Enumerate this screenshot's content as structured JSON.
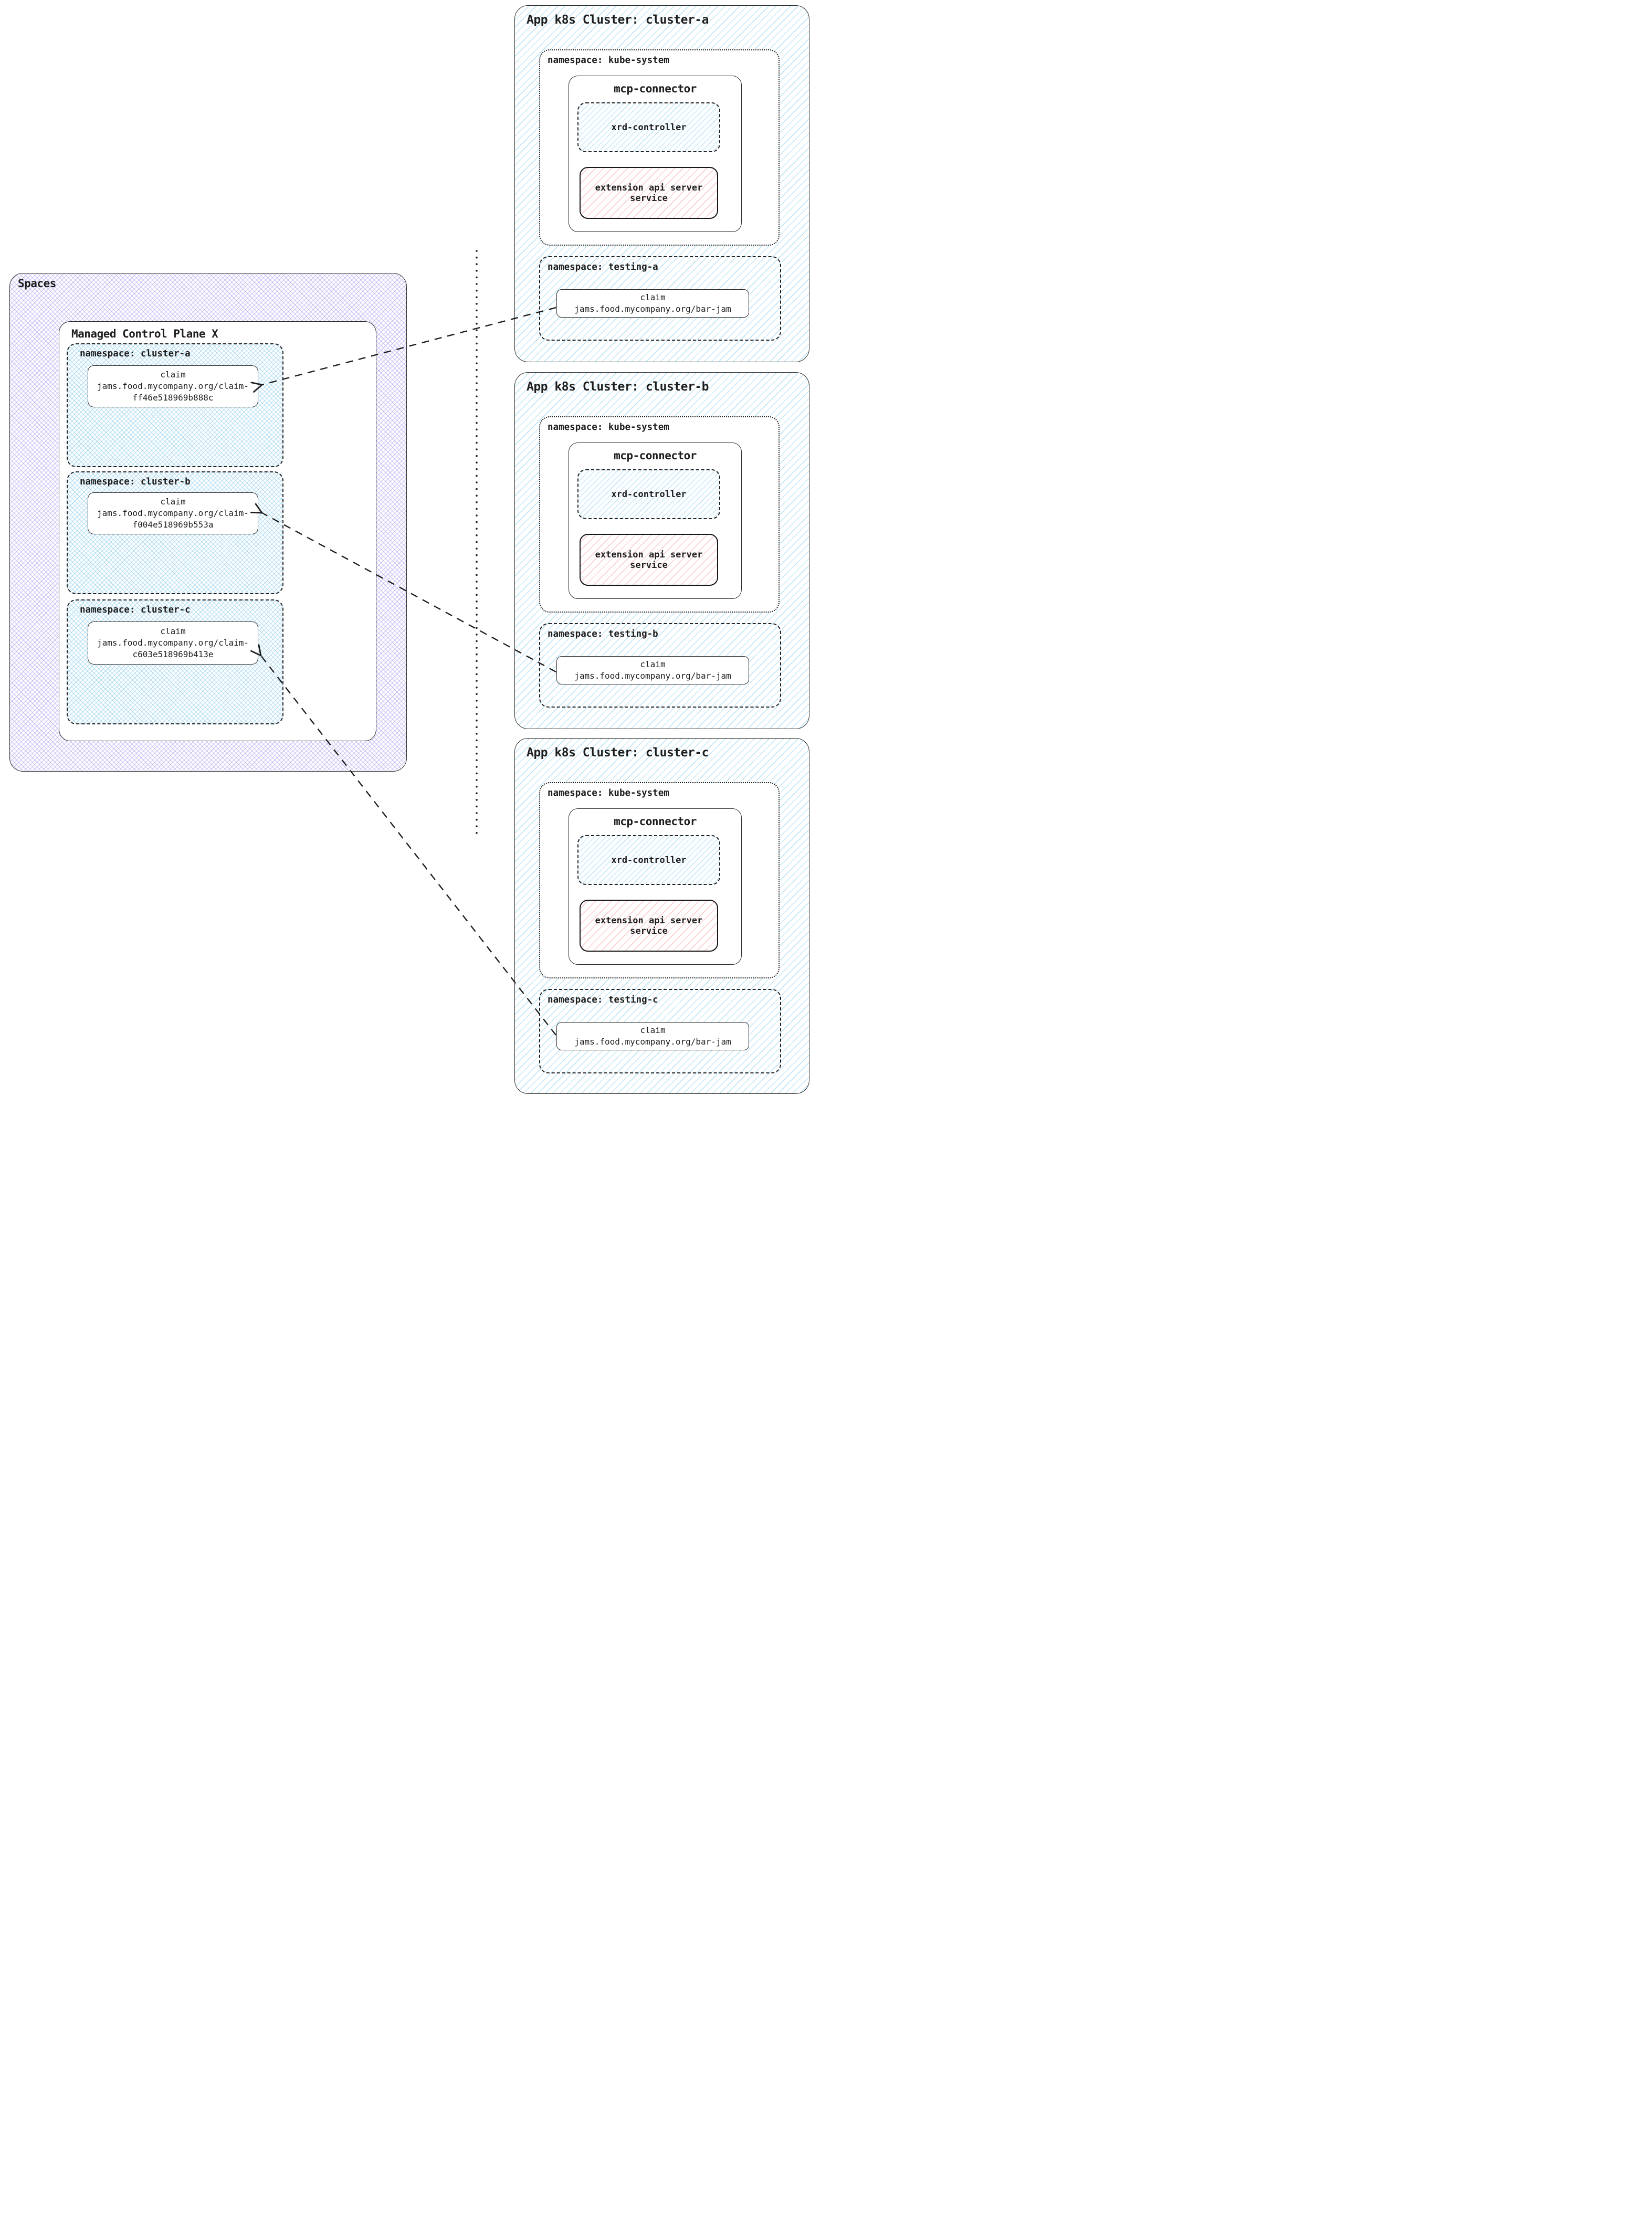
{
  "colors": {
    "ink": "#1e1e1e",
    "purple_hatch": "#9e8cec",
    "blue_hatch": "#82cdee",
    "pink_hatch": "#f4aaaa",
    "box_bg": "#ffffff"
  },
  "spaces": {
    "label": "Spaces",
    "control_plane": {
      "label": "Managed Control Plane X",
      "namespaces": [
        {
          "label": "namespace: cluster-a",
          "claim_title": "claim",
          "claim_line1": "jams.food.mycompany.org/claim-",
          "claim_line2": "ff46e518969b888c"
        },
        {
          "label": "namespace: cluster-b",
          "claim_title": "claim",
          "claim_line1": "jams.food.mycompany.org/claim-",
          "claim_line2": "f004e518969b553a"
        },
        {
          "label": "namespace: cluster-c",
          "claim_title": "claim",
          "claim_line1": "jams.food.mycompany.org/claim-",
          "claim_line2": "c603e518969b413e"
        }
      ]
    }
  },
  "clusters": [
    {
      "title": "App k8s Cluster: cluster-a",
      "kube_system_label": "namespace: kube-system",
      "mcp_connector_label": "mcp-connector",
      "xrd_label": "xrd-controller",
      "ext_api_line1": "extension api server",
      "ext_api_line2": "service",
      "testing_label": "namespace: testing-a",
      "claim_title": "claim",
      "claim_line": "jams.food.mycompany.org/bar-jam"
    },
    {
      "title": "App k8s Cluster: cluster-b",
      "kube_system_label": "namespace: kube-system",
      "mcp_connector_label": "mcp-connector",
      "xrd_label": "xrd-controller",
      "ext_api_line1": "extension api server",
      "ext_api_line2": "service",
      "testing_label": "namespace: testing-b",
      "claim_title": "claim",
      "claim_line": "jams.food.mycompany.org/bar-jam"
    },
    {
      "title": "App k8s Cluster: cluster-c",
      "kube_system_label": "namespace: kube-system",
      "mcp_connector_label": "mcp-connector",
      "xrd_label": "xrd-controller",
      "ext_api_line1": "extension api server",
      "ext_api_line2": "service",
      "testing_label": "namespace: testing-c",
      "claim_title": "claim",
      "claim_line": "jams.food.mycompany.org/bar-jam"
    }
  ]
}
